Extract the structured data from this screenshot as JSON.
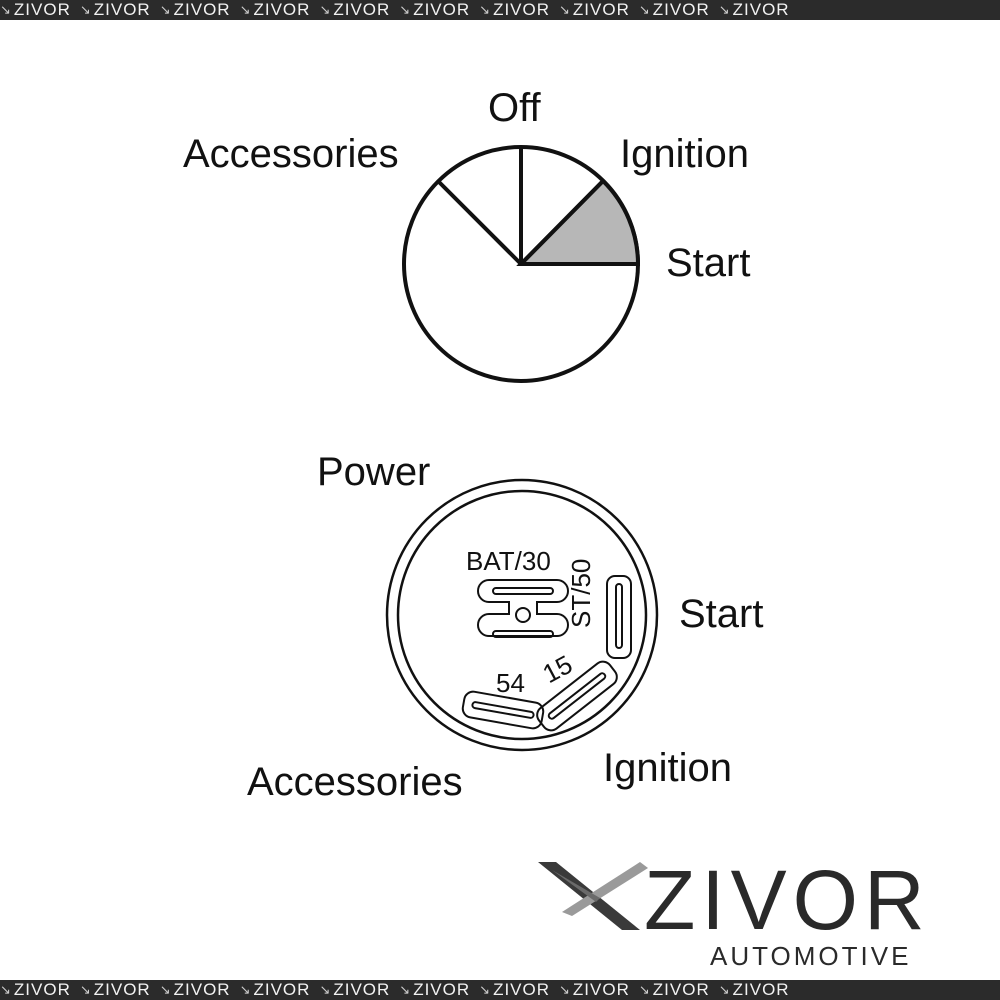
{
  "watermark": {
    "text": "ZIVOR",
    "repeat": 10
  },
  "switch_positions_diagram": {
    "labels": {
      "off": "Off",
      "accessories": "Accessories",
      "ignition": "Ignition",
      "start": "Start"
    },
    "highlighted_position": "Start",
    "highlight_color": "#b7b7b7"
  },
  "terminal_diagram": {
    "labels": {
      "power": "Power",
      "start": "Start",
      "accessories": "Accessories",
      "ignition": "Ignition"
    },
    "terminals": {
      "bat": "BAT/30",
      "st": "ST/50",
      "acc": "54",
      "ign": "15"
    }
  },
  "logo": {
    "name": "ZIVOR",
    "sub": "AUTOMOTIVE"
  }
}
